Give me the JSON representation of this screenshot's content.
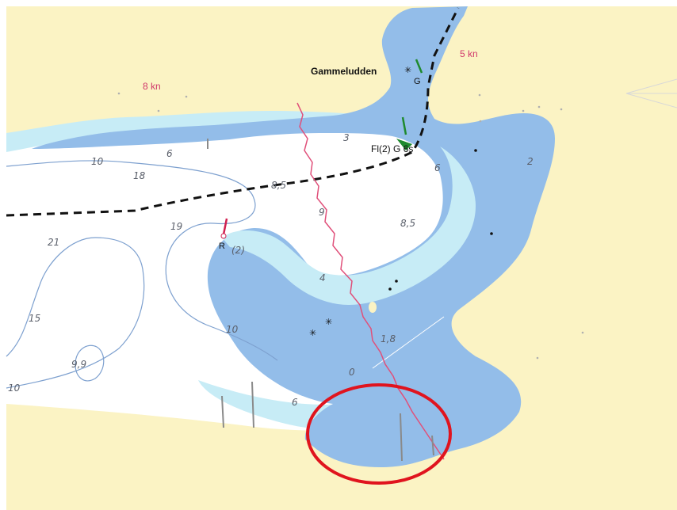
{
  "colors": {
    "land": "#fbf3c4",
    "deep_water": "#ffffff",
    "medium_water": "#c7ecf6",
    "shallow_water": "#93bde9",
    "contour": "#7da0cf",
    "fairway_line": "#111111",
    "track_line": "#e0507a",
    "speed_text": "#d0386b",
    "beacon_green": "#1f8a2e",
    "beacon_red": "#d02050",
    "highlight_circle": "#e0141e"
  },
  "map": {
    "place_name": "Gammeludden",
    "light_characteristic": "Fl(2) G 6s",
    "speed_limits": [
      "8 kn",
      "5 kn"
    ],
    "beacons": {
      "green_letter": "G",
      "red_letter": "R"
    },
    "depths": {
      "d1": "18",
      "d2": "21",
      "d3": "19",
      "d4": "8,5",
      "d5": "9",
      "d6": "8,5",
      "d7": "4",
      "d8": "1,8",
      "d9": "9,9",
      "d10": "2",
      "d11": "(2)"
    },
    "contours": {
      "c1": "10",
      "c2": "6",
      "c3": "3",
      "c4": "6",
      "c5": "10",
      "c6": "15",
      "c7": "10",
      "c8": "6",
      "c9": "0"
    },
    "highlight": "red-ellipse-annotation"
  }
}
